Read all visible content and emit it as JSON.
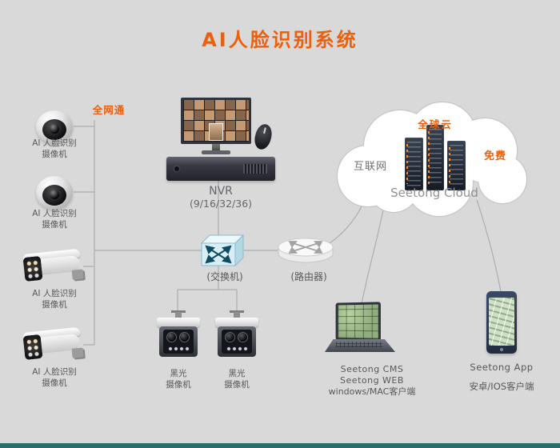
{
  "title": "AI人脸识别系统",
  "colors": {
    "background": "#d9d9d9",
    "accent_orange": "#ec5f0c",
    "label_gray": "#58585a",
    "line_gray": "#adadad",
    "footer_teal": "#2a6f6a"
  },
  "annotations": {
    "network_badge": "全网通"
  },
  "left_cameras": [
    {
      "type": "dome-camera",
      "label_line1": "AI 人脸识别",
      "label_line2": "摄像机"
    },
    {
      "type": "dome-camera",
      "label_line1": "AI 人脸识别",
      "label_line2": "摄像机"
    },
    {
      "type": "bullet-camera",
      "label_line1": "AI 人脸识别",
      "label_line2": "摄像机"
    },
    {
      "type": "bullet-camera",
      "label_line1": "AI 人脸识别",
      "label_line2": "摄像机"
    }
  ],
  "nvr": {
    "name": "NVR",
    "channels": "(9/16/32/36)"
  },
  "switch": {
    "label": "(交换机)"
  },
  "router": {
    "label": "(路由器)"
  },
  "cloud": {
    "internet_label": "互联网",
    "global_cloud_label": "全球云",
    "free_label": "免费",
    "service_name": "Seetong Cloud"
  },
  "blacklight_cameras": [
    {
      "label_line1": "黑光",
      "label_line2": "摄像机"
    },
    {
      "label_line1": "黑光",
      "label_line2": "摄像机"
    }
  ],
  "pc_client": {
    "line1": "Seetong CMS",
    "line2": "Seetong WEB",
    "line3": "windows/MAC客户端"
  },
  "mobile_client": {
    "line1": "Seetong App",
    "line2": "安卓/IOS客户端"
  }
}
